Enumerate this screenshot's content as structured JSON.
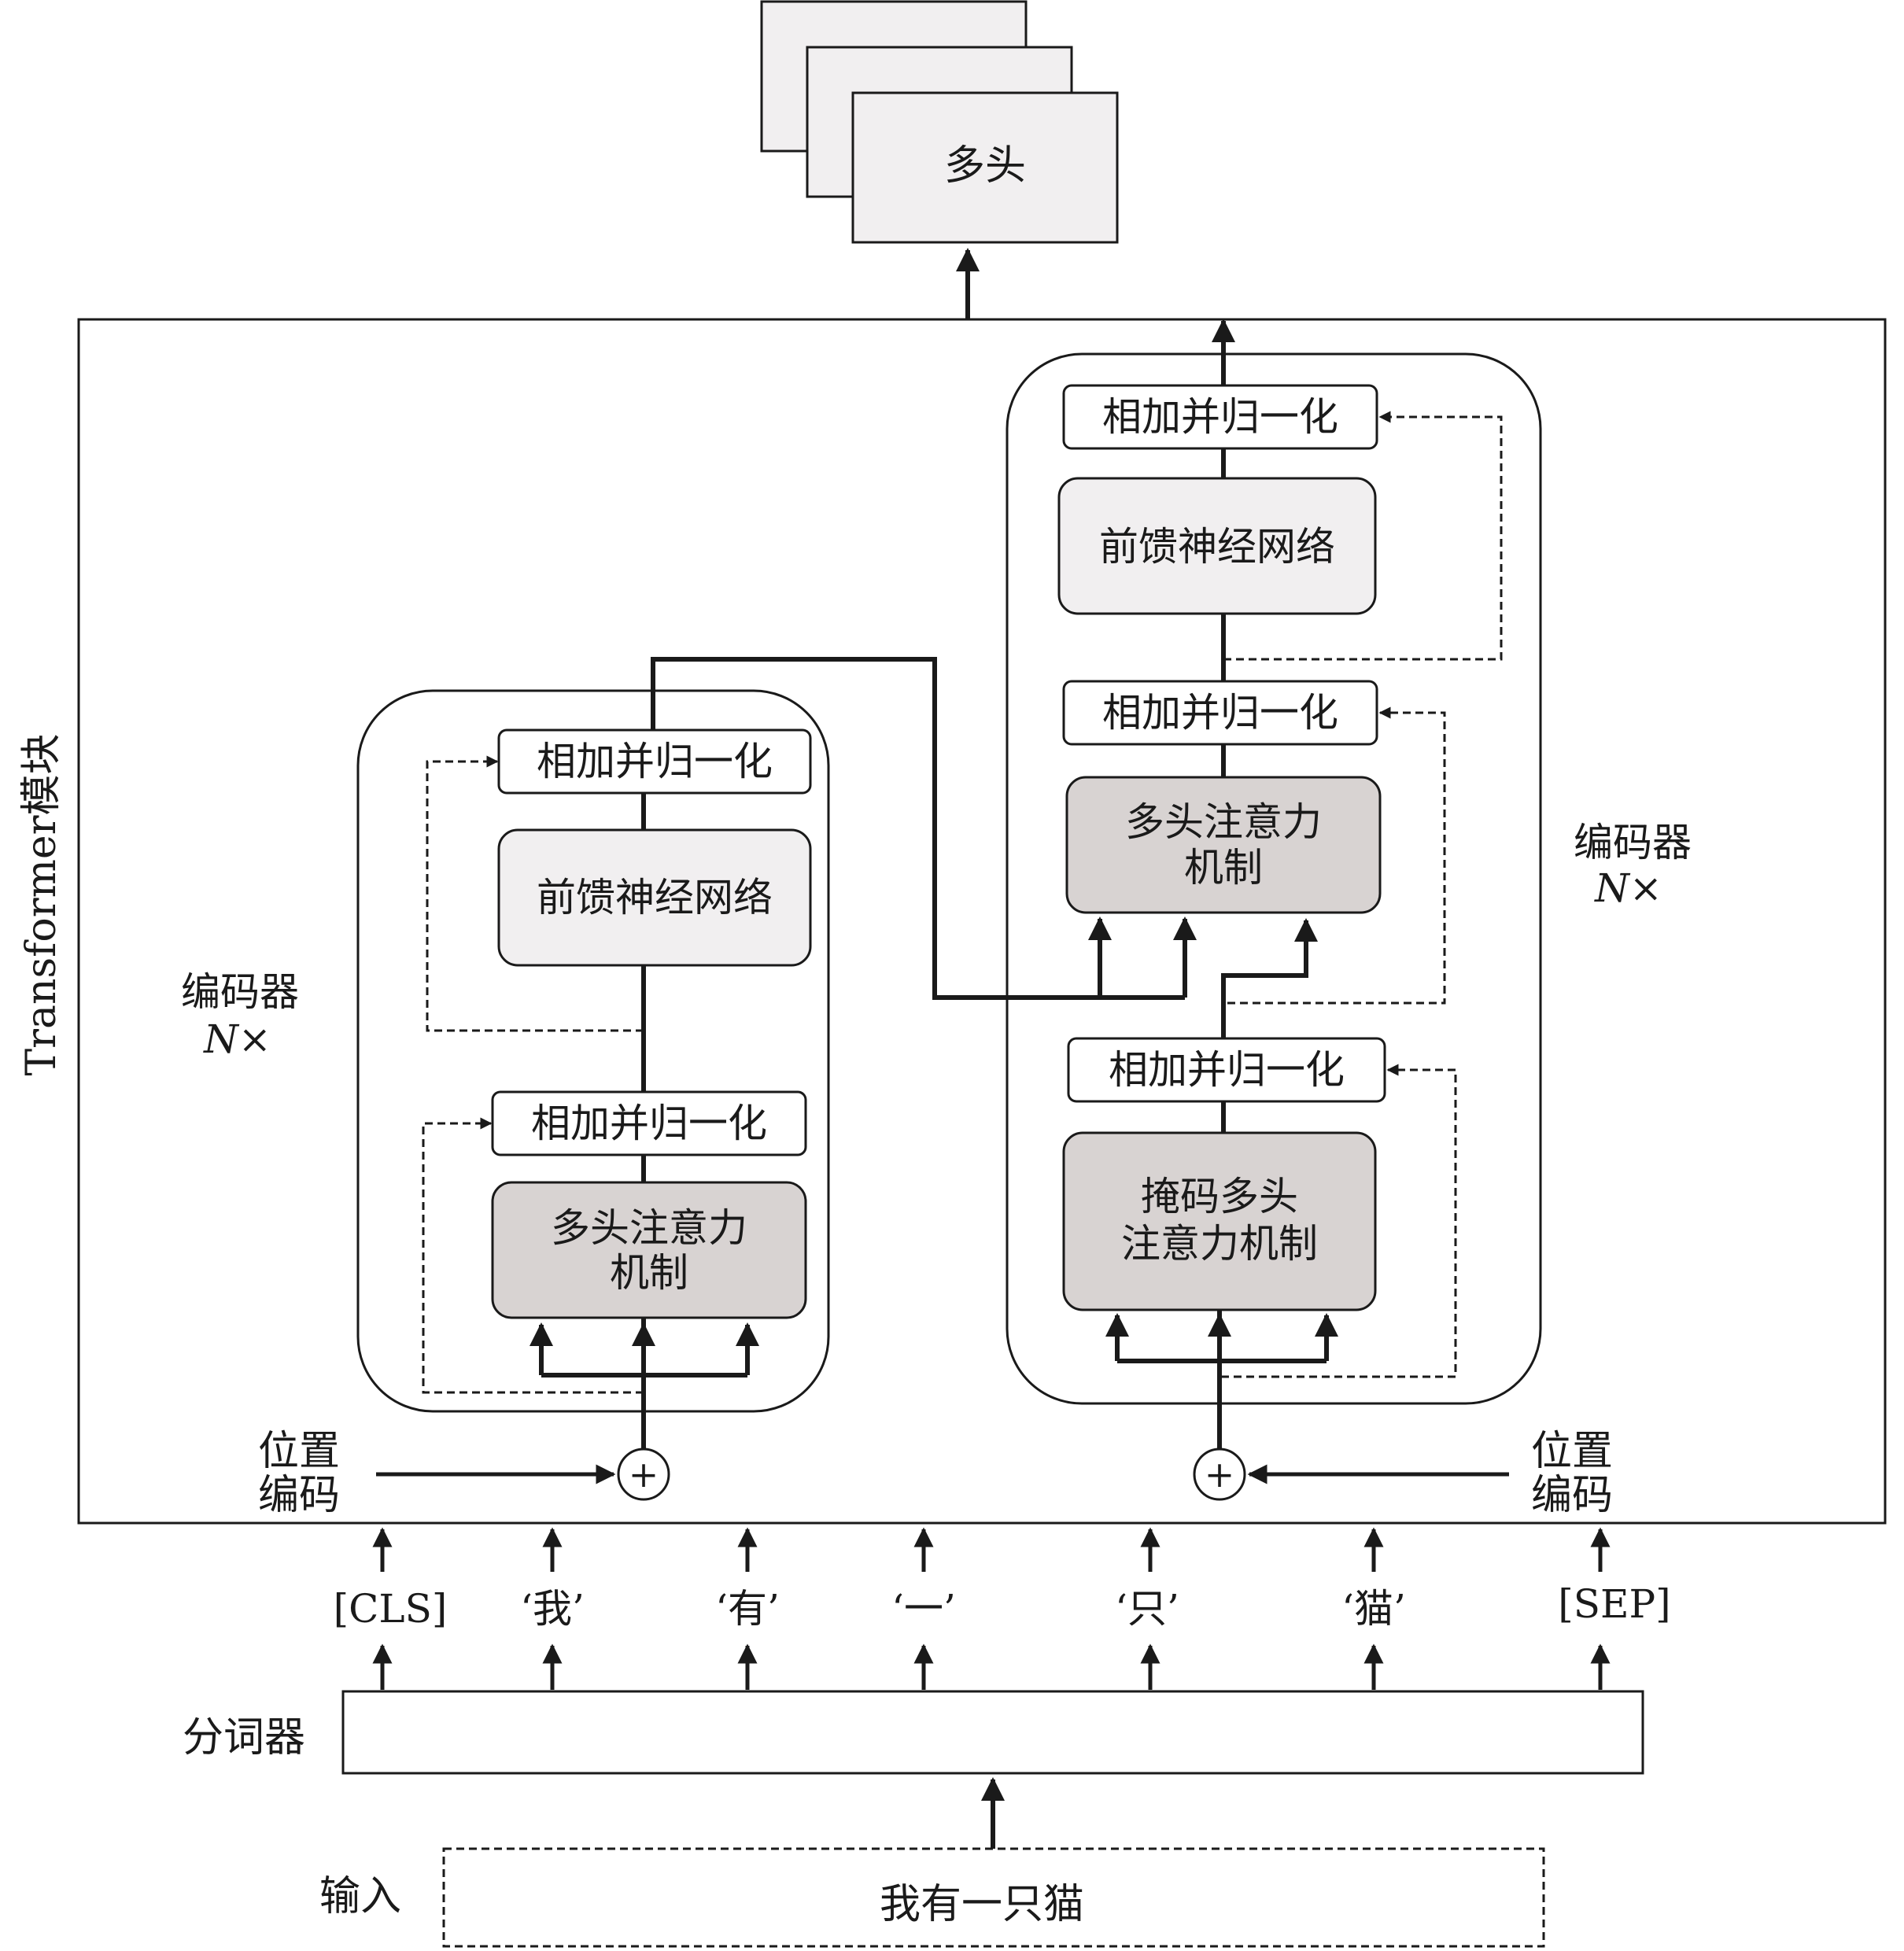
{
  "heads": {
    "label": "多头"
  },
  "transformer": {
    "label": "Transformer模块"
  },
  "left_encoder": {
    "side_label": "编码器",
    "side_multiplier": "N×",
    "add_norm_top": "相加并归一化",
    "ffn": "前馈神经网络",
    "add_norm_bottom": "相加并归一化",
    "attention_line1": "多头注意力",
    "attention_line2": "机制"
  },
  "right_decoder": {
    "side_label": "编码器",
    "side_multiplier": "N×",
    "add_norm_top": "相加并归一化",
    "ffn": "前馈神经网络",
    "add_norm_middle": "相加并归一化",
    "attention_line1": "多头注意力",
    "attention_line2": "机制",
    "add_norm_bottom": "相加并归一化",
    "masked_line1": "掩码多头",
    "masked_line2": "注意力机制"
  },
  "positional_left": {
    "line1": "位置",
    "line2": "编码"
  },
  "positional_right": {
    "line1": "位置",
    "line2": "编码"
  },
  "plus_symbol": "+",
  "tokens": [
    "[CLS]",
    "‘我’",
    "‘有’",
    "‘一’",
    "‘只’",
    "‘猫’",
    "[SEP]"
  ],
  "tokenizer": {
    "label": "分词器"
  },
  "input": {
    "label": "输入",
    "text": "我有一只猫"
  }
}
